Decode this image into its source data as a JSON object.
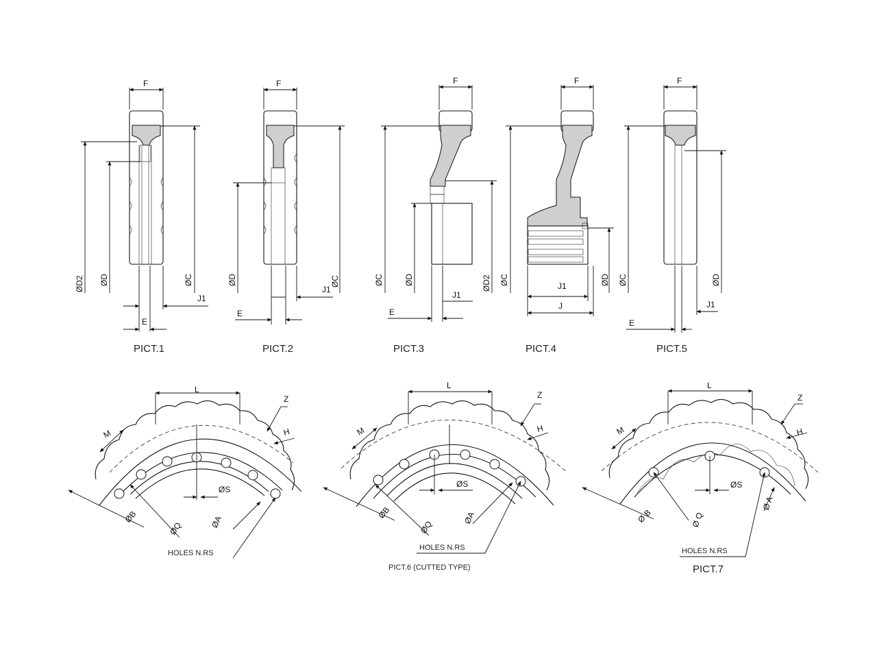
{
  "pictures": {
    "pict1": {
      "caption": "PICT.1",
      "labels": {
        "f": "F",
        "d2": "ØD2",
        "d": "ØD",
        "c": "ØC",
        "j1": "J1",
        "e": "E"
      }
    },
    "pict2": {
      "caption": "PICT.2",
      "labels": {
        "f": "F",
        "d": "ØD",
        "c": "ØC",
        "j1": "J1",
        "e": "E"
      }
    },
    "pict3": {
      "caption": "PICT.3",
      "labels": {
        "f": "F",
        "c": "ØC",
        "d": "ØD",
        "d2": "ØD2",
        "j1": "J1",
        "e": "E"
      }
    },
    "pict4": {
      "caption": "PICT.4",
      "labels": {
        "f": "F",
        "c": "ØC",
        "d": "ØD",
        "j1": "J1",
        "j": "J"
      }
    },
    "pict5": {
      "caption": "PICT.5",
      "labels": {
        "f": "F",
        "c": "ØC",
        "d": "ØD",
        "j1": "J1",
        "e": "E"
      }
    },
    "pict6": {
      "caption": "PICT.6 (CUTTED TYPE)",
      "labels": {
        "l": "L",
        "z": "Z",
        "m": "M",
        "h": "H",
        "s": "ØS",
        "b": "ØB",
        "q": "ØQ",
        "a": "ØA",
        "holes": "HOLES N.RS"
      }
    },
    "pict7": {
      "caption": "PICT.7",
      "labels": {
        "l": "L",
        "z": "Z",
        "m": "M",
        "h": "H",
        "s": "ØS",
        "b": "Ø B",
        "q": "Ø Q",
        "a": "Ø A",
        "holes": "HOLES N.RS"
      }
    },
    "unnamed_segment": {
      "labels": {
        "l": "L",
        "z": "Z",
        "m": "M",
        "h": "H",
        "s": "ØS",
        "b": "ØB",
        "q": "ØQ",
        "a": "ØA",
        "holes": "HOLES N.RS"
      }
    }
  }
}
